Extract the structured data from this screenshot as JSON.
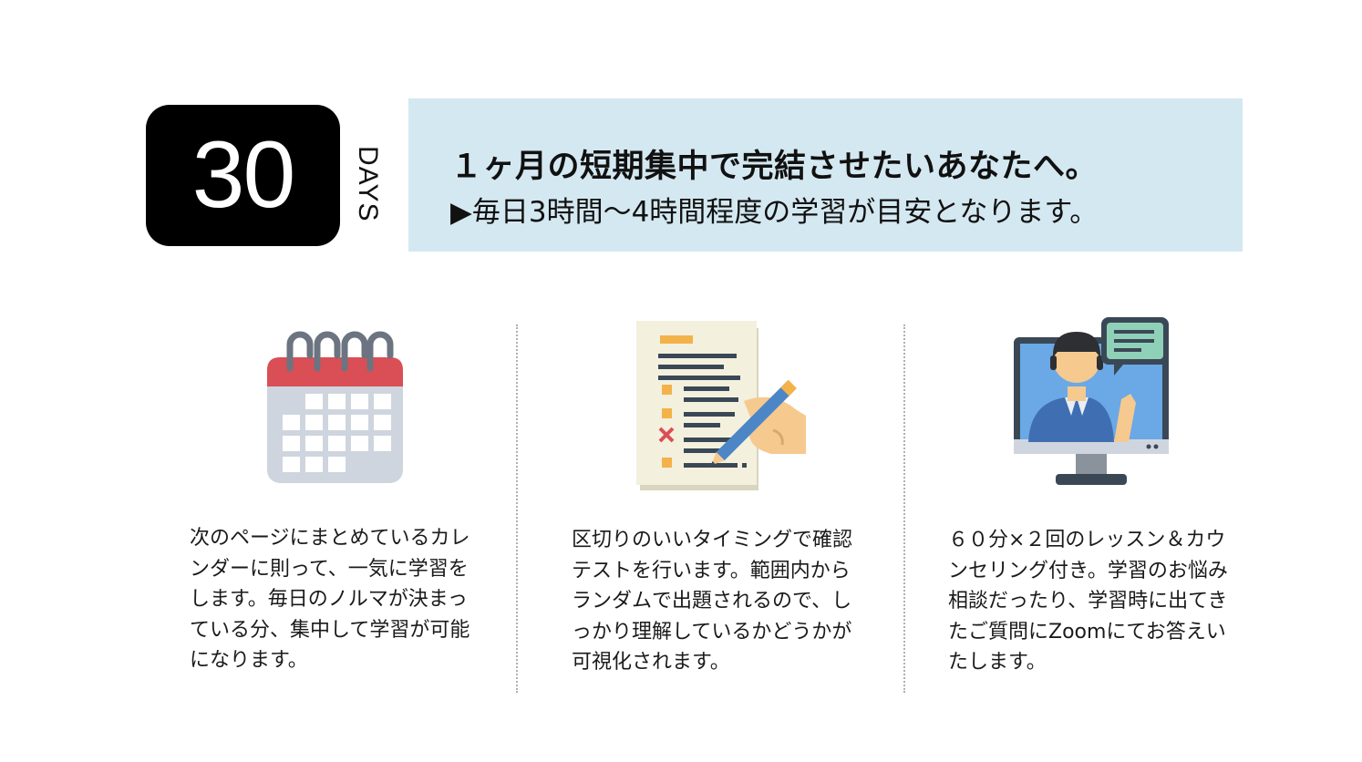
{
  "badge": {
    "number": "30",
    "unit": "DAYS"
  },
  "banner": {
    "title": "１ヶ月の短期集中で完結させたいあなたへ。",
    "subtitle": "▶毎日3時間～4時間程度の学習が目安となります。"
  },
  "columns": [
    {
      "icon": "calendar-icon",
      "text": "次のページにまとめているカレンダーに則って、一気に学習をします。毎日のノルマが決まっている分、集中して学習が可能になります。"
    },
    {
      "icon": "checklist-pencil-icon",
      "text": "区切りのいいタイミングで確認テストを行います。範囲内からランダムで出題されるので、しっかり理解しているかどうかが可視化されます。"
    },
    {
      "icon": "online-lesson-icon",
      "text": "６０分×２回のレッスン＆カウンセリング付き。学習のお悩み相談だったり、学習時に出てきたご質問にZoomにてお答えいたします。"
    }
  ],
  "colors": {
    "badge_bg": "#000000",
    "banner_bg": "#d4e8f1",
    "calendar_red": "#d94f55",
    "calendar_gray": "#cfd5de",
    "paper": "#f3f0dd",
    "note_orange": "#f3b24a",
    "line_dark": "#3a4856",
    "monitor_blue": "#6aa9e6",
    "chat_green": "#8fd1b8",
    "skin": "#f6c98f"
  }
}
